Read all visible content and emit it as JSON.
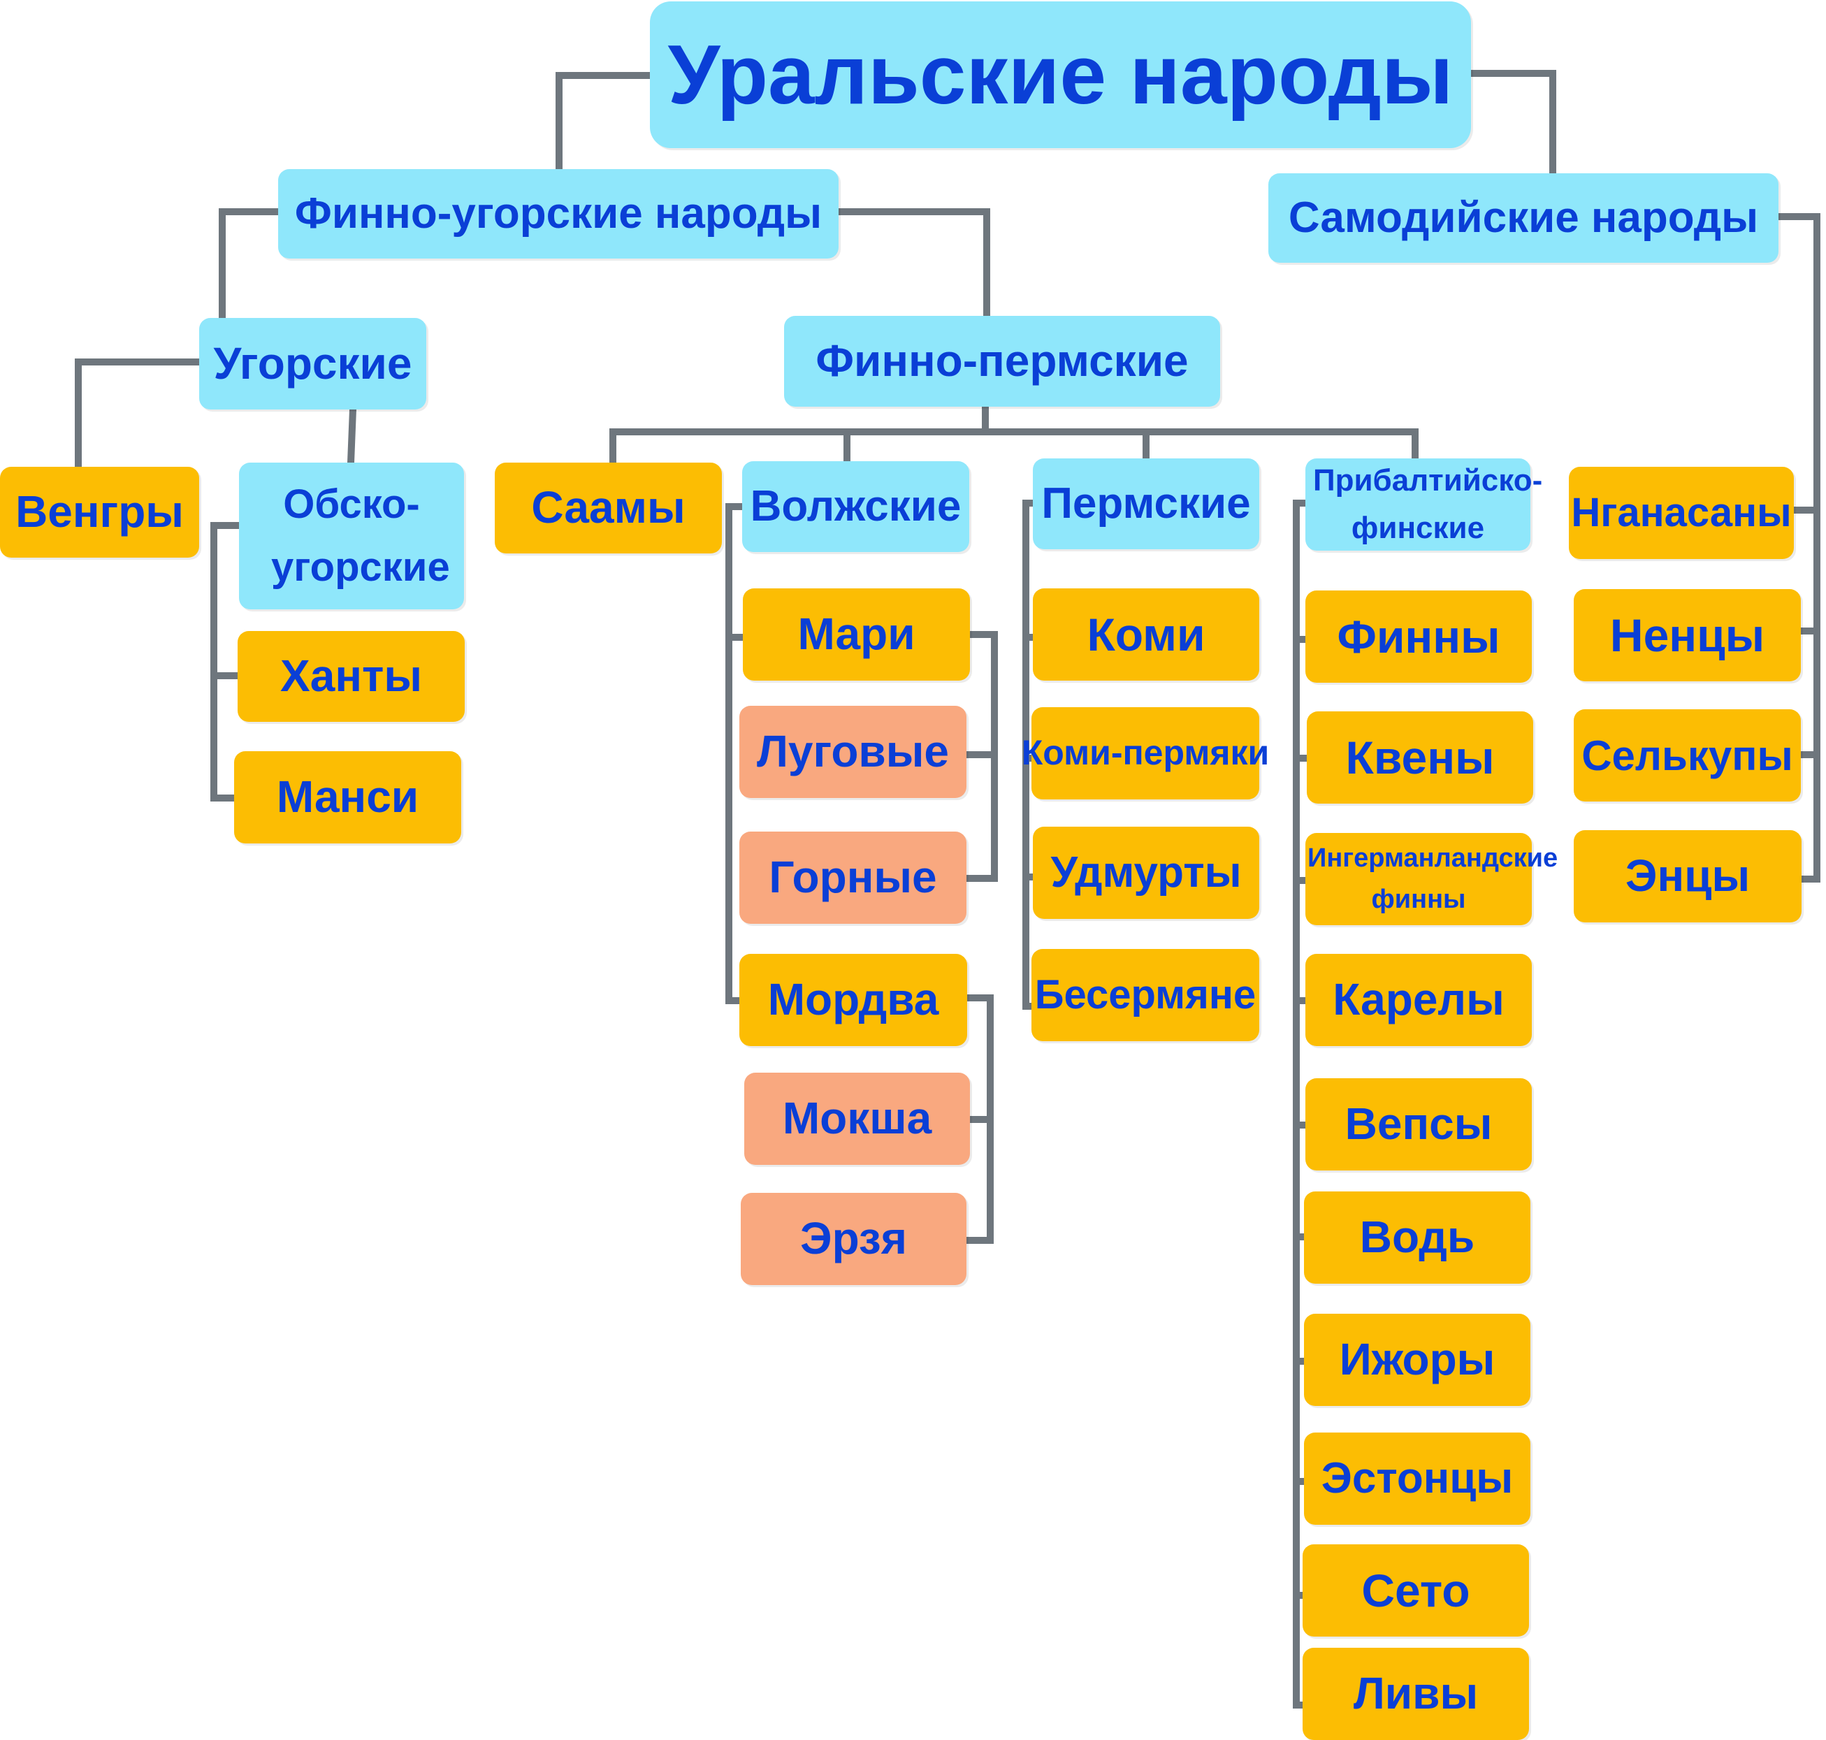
{
  "title": "Уральские народы",
  "colors": {
    "category": "#8fe7fb",
    "people": "#fcbd03",
    "subgroup": "#f9a87f",
    "text": "#0a3fd6",
    "connector": "#6e767d"
  },
  "nodes": {
    "root": "Уральские народы",
    "finno_ugric": "Финно-угорские народы",
    "samoyedic": "Самодийские народы",
    "ugric": "Угорские",
    "finno_permic": "Финно-пермские",
    "hungarians": "Венгры",
    "ob_ugric": "Обско-угорские",
    "khanty": "Ханты",
    "mansi": "Манси",
    "saami": "Саамы",
    "volga": "Волжские",
    "mari": "Мари",
    "meadow": "Луговые",
    "mountain": "Горные",
    "mordva": "Мордва",
    "moksha": "Мокша",
    "erzya": "Эрзя",
    "permic": "Пермские",
    "komi": "Коми",
    "komi_permyaks": "Коми-пермяки",
    "udmurts": "Удмурты",
    "besermyans": "Бесермяне",
    "baltic_finnic": "Прибалтийско-финские",
    "finns": "Финны",
    "kvens": "Квены",
    "ingrian_finns": "Ингерманландские финны",
    "karelians": "Карелы",
    "veps": "Вепсы",
    "votes": "Водь",
    "izhorians": "Ижоры",
    "estonians": "Эстонцы",
    "seto": "Сето",
    "livs": "Ливы",
    "nganasans": "Нганасаны",
    "nenets": "Ненцы",
    "selkups": "Селькупы",
    "enets": "Энцы"
  }
}
